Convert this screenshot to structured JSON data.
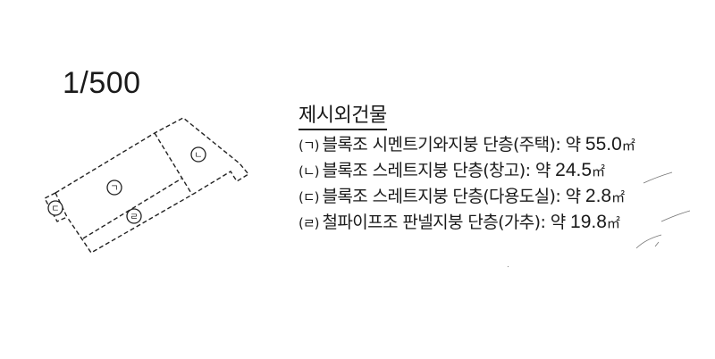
{
  "scale": "1/500",
  "diagram": {
    "labels": {
      "a": "ㄱ",
      "b": "ㄴ",
      "c": "ㄷ",
      "d": "ㄹ"
    },
    "line_color": "#222222"
  },
  "legend": {
    "title": "제시외건물",
    "items": [
      {
        "marker": "(ㄱ)",
        "description": "블록조 시멘트기와지붕 단층(주택): 약",
        "area": "55.0",
        "unit": "㎡"
      },
      {
        "marker": "(ㄴ)",
        "description": "블록조 스레트지붕 단층(창고): 약",
        "area": "24.5",
        "unit": "㎡"
      },
      {
        "marker": "(ㄷ)",
        "description": "블록조 스레트지붕 단층(다용도실): 약",
        "area": "2.8",
        "unit": "㎡"
      },
      {
        "marker": "(ㄹ)",
        "description": "철파이프조 판넬지붕 단층(가추): 약",
        "area": "19.8",
        "unit": "㎡"
      }
    ]
  }
}
